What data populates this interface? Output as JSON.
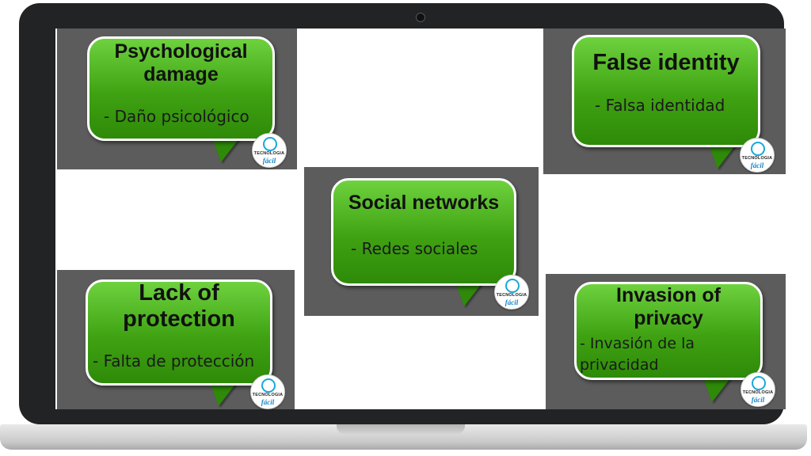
{
  "logo": {
    "line1": "TECNOLOGIA",
    "line2": "fácil"
  },
  "cards": {
    "psychological": {
      "title": "Psychological damage",
      "subtitle": "- Daño psicológico"
    },
    "false_identity": {
      "title": "False identity",
      "subtitle": "- Falsa identidad"
    },
    "social_networks": {
      "title": "Social networks",
      "subtitle": "- Redes sociales"
    },
    "lack_protection": {
      "title": "Lack of protection",
      "subtitle": "- Falta de protección"
    },
    "invasion_privacy": {
      "title": "Invasion of privacy",
      "subtitle": "- Invasión de la privacidad"
    }
  },
  "colors": {
    "bubble_green": "#3fa212",
    "panel_gray": "#5c5c5c",
    "laptop_frame": "#222325",
    "logo_blue": "#1485c4"
  }
}
